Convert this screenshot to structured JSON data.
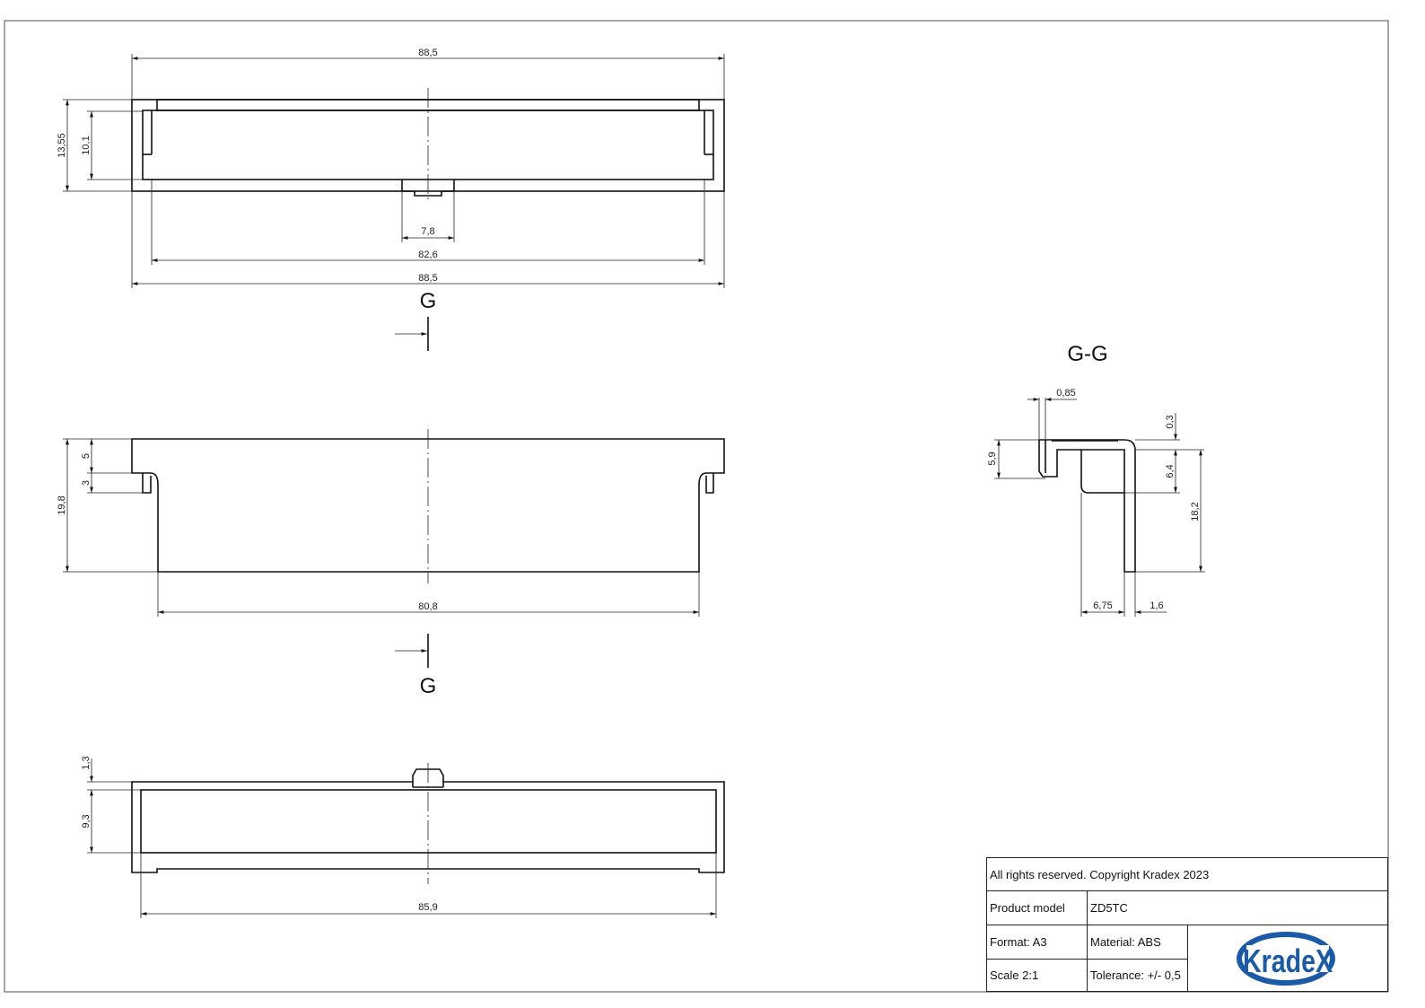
{
  "views": {
    "top": {
      "dims": {
        "overall_width": "88,5",
        "height_outer": "13,55",
        "height_inner": "10,1",
        "tab_width": "7,8",
        "inner_width": "82,6",
        "overall_width_bottom": "88,5"
      }
    },
    "front": {
      "dims": {
        "step_top": "5",
        "step_foot": "3",
        "total_height": "19,8",
        "body_width": "80,8"
      }
    },
    "bottom": {
      "dims": {
        "tab_height": "1,3",
        "inner_height": "9,3",
        "inner_width": "85,9"
      }
    },
    "section_markers": {
      "top_label": "G",
      "bottom_label": "G"
    }
  },
  "section": {
    "title": "G-G",
    "dims": {
      "lip": "0,85",
      "top_skin": "0,3",
      "lip_height": "5,9",
      "pocket_depth": "6,4",
      "wall_height": "18,2",
      "pocket_width": "6,75",
      "wall_thickness": "1,6"
    }
  },
  "title_block": {
    "copyright": "All rights reserved. Copyright Kradex 2023",
    "product_model_label": "Product model",
    "product_model_value": "ZD5TC",
    "format": "Format: A3",
    "material": "Material: ABS",
    "scale": "Scale 2:1",
    "tolerance": "Tolerance: +/- 0,5",
    "logo_text": "KradeX",
    "logo_color": "#1a5aa6"
  }
}
